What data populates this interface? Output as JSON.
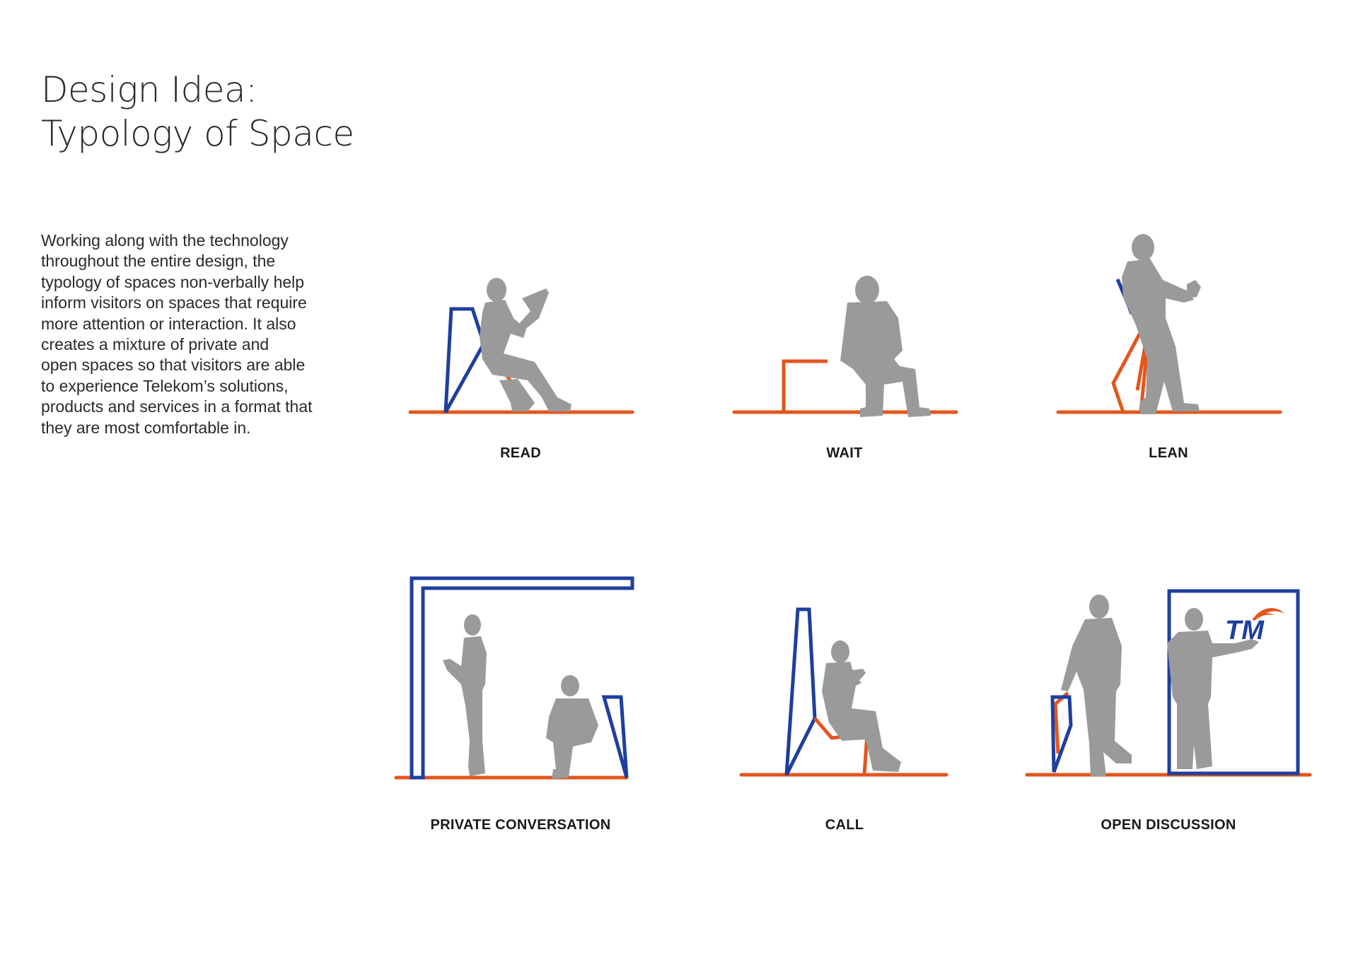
{
  "title": {
    "line1": "Design Idea:",
    "line2": "Typology of Space"
  },
  "description": {
    "lines": [
      "Working along with the technology",
      "throughout the entire design, the",
      "typology of spaces non-verbally help",
      "inform visitors on spaces that require",
      "more attention or interaction. It also",
      "creates a mixture of private and",
      "open spaces so that visitors are able",
      "to experience Telekom’s solutions,",
      "products and services in a format that",
      "they are most comfortable in."
    ]
  },
  "typologies": [
    {
      "label": "READ",
      "icon": "person-reading-on-chair-icon"
    },
    {
      "label": "WAIT",
      "icon": "person-sitting-on-bench-icon"
    },
    {
      "label": "LEAN",
      "icon": "person-leaning-on-rest-icon"
    },
    {
      "label": "PRIVATE CONVERSATION",
      "icon": "private-booth-conversation-icon"
    },
    {
      "label": "CALL",
      "icon": "person-on-phone-in-high-back-chair-icon"
    },
    {
      "label": "OPEN DISCUSSION",
      "icon": "presenter-at-screen-icon"
    }
  ],
  "logo": {
    "text": "TM",
    "icon": "tm-logo-icon"
  },
  "colors": {
    "frame_blue": "#1e3f9e",
    "floor_orange": "#e3561c",
    "figure_grey": "#9a9a9a"
  }
}
